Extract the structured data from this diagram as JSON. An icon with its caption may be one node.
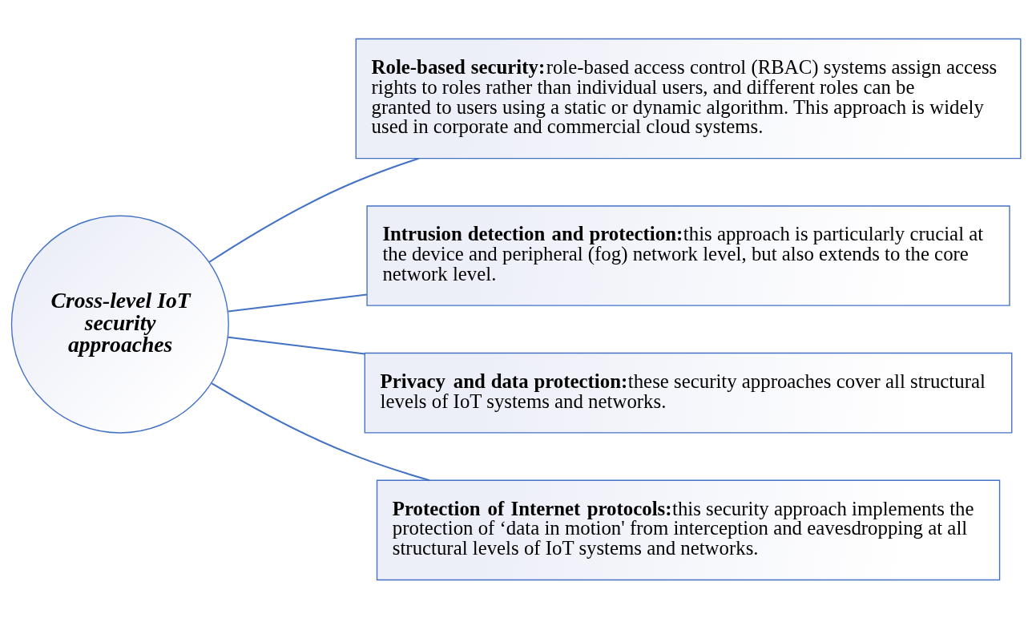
{
  "diagram": {
    "nodes": [
      {
        "text": [
          "Cross-level IoT security approaches"
        ]
      },
      {
        "text": [
          "Role-based security:",
          "role-based access control (RBAC) systems assign access rights to roles rather than individual users, and different roles can be granted to users using a static or dynamic algorithm. This approach is widely used in corporate and commercial cloud systems."
        ]
      },
      {
        "text": [
          "Intrusion detection and protection:",
          "this approach is particularly crucial at the device and peripheral (fog) network level, but also extends to the core network level."
        ]
      },
      {
        "text": [
          "Privacy and data protection:",
          "these security approaches cover all structural levels of IoT systems and networks."
        ]
      },
      {
        "text": [
          "Protection of Internet protocols:",
          "this security approach implements the protection of ‘data in motion' from interception and eavesdropping at all structural levels of IoT systems and networks."
        ]
      }
    ],
    "edges": [
      {
        "from": 0,
        "to": 1,
        "arrow": "none"
      },
      {
        "from": 0,
        "to": 2,
        "arrow": "none"
      },
      {
        "from": 0,
        "to": 3,
        "arrow": "none"
      },
      {
        "from": 0,
        "to": 4,
        "arrow": "none"
      }
    ]
  }
}
